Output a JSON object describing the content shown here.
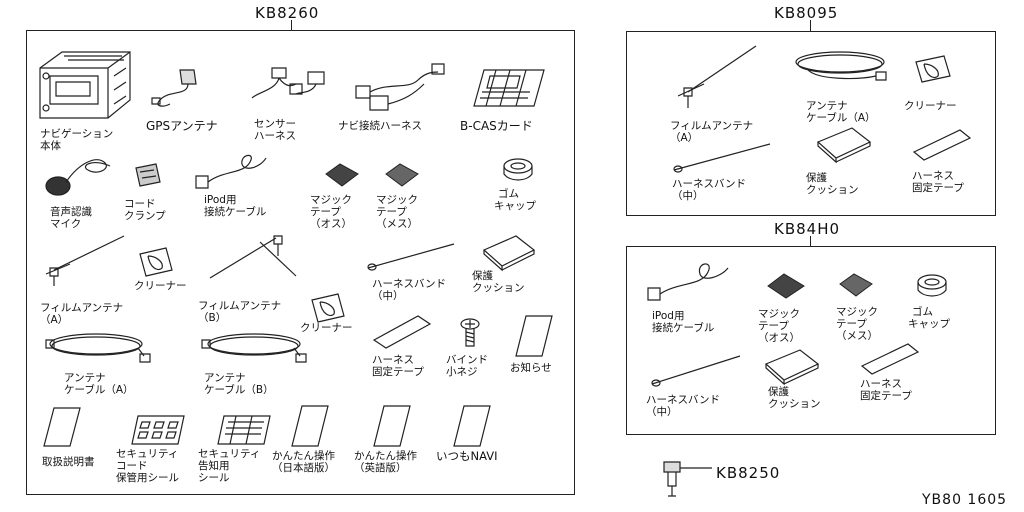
{
  "kits": {
    "main": {
      "code": "KB8260"
    },
    "film": {
      "code": "KB8095"
    },
    "ipod": {
      "code": "KB84H0"
    },
    "clip": {
      "code": "KB8250"
    }
  },
  "footer": {
    "ref": "YB80 1605"
  },
  "main_parts": [
    {
      "key": "navi",
      "lines": [
        "ナビゲーション",
        "本体"
      ]
    },
    {
      "key": "gps",
      "lines": [
        "GPSアンテナ"
      ]
    },
    {
      "key": "sensor",
      "lines": [
        "センサー",
        "ハーネス"
      ]
    },
    {
      "key": "navi_harness",
      "lines": [
        "ナビ接続ハーネス"
      ]
    },
    {
      "key": "bcas",
      "lines": [
        "B-CASカード"
      ]
    },
    {
      "key": "mic",
      "lines": [
        "音声認識",
        "マイク"
      ]
    },
    {
      "key": "cord_clamp",
      "lines": [
        "コード",
        "クランプ"
      ]
    },
    {
      "key": "ipod_cable",
      "lines": [
        "iPod用",
        "接続ケーブル"
      ]
    },
    {
      "key": "tape_male",
      "lines": [
        "マジック",
        "テープ",
        "（オス）"
      ]
    },
    {
      "key": "tape_female",
      "lines": [
        "マジック",
        "テープ",
        "（メス）"
      ]
    },
    {
      "key": "rubber_cap",
      "lines": [
        "ゴム",
        "キャップ"
      ]
    },
    {
      "key": "film_a",
      "lines": [
        "フィルムアンテナ",
        "（A）"
      ]
    },
    {
      "key": "cleaner_1",
      "lines": [
        "クリーナー"
      ]
    },
    {
      "key": "film_b",
      "lines": [
        "フィルムアンテナ",
        "（B）"
      ]
    },
    {
      "key": "harness_band",
      "lines": [
        "ハーネスバンド",
        "（中）"
      ]
    },
    {
      "key": "cushion",
      "lines": [
        "保護",
        "クッション"
      ]
    },
    {
      "key": "cleaner_2",
      "lines": [
        "クリーナー"
      ]
    },
    {
      "key": "cable_a",
      "lines": [
        "アンテナ",
        "ケーブル（A）"
      ]
    },
    {
      "key": "cable_b",
      "lines": [
        "アンテナ",
        "ケーブル（B）"
      ]
    },
    {
      "key": "fix_tape",
      "lines": [
        "ハーネス",
        "固定テープ"
      ]
    },
    {
      "key": "bind_screw",
      "lines": [
        "バインド",
        "小ネジ"
      ]
    },
    {
      "key": "notice",
      "lines": [
        "お知らせ"
      ]
    },
    {
      "key": "manual",
      "lines": [
        "取扱説明書"
      ]
    },
    {
      "key": "sec_seal",
      "lines": [
        "セキュリティ",
        "コード",
        "保管用シール"
      ]
    },
    {
      "key": "notice_seal",
      "lines": [
        "セキュリティ",
        "告知用",
        "シール"
      ]
    },
    {
      "key": "guide_jp",
      "lines": [
        "かんたん操作",
        "（日本語版）"
      ]
    },
    {
      "key": "guide_en",
      "lines": [
        "かんたん操作",
        "（英語版）"
      ]
    },
    {
      "key": "itsumo",
      "lines": [
        "いつもNAVI"
      ]
    }
  ],
  "film_parts": [
    {
      "key": "film_a",
      "lines": [
        "フィルムアンテナ",
        "（A）"
      ]
    },
    {
      "key": "cable_a",
      "lines": [
        "アンテナ",
        "ケーブル（A）"
      ]
    },
    {
      "key": "cleaner",
      "lines": [
        "クリーナー"
      ]
    },
    {
      "key": "harness_band",
      "lines": [
        "ハーネスバンド",
        "（中）"
      ]
    },
    {
      "key": "cushion",
      "lines": [
        "保護",
        "クッション"
      ]
    },
    {
      "key": "fix_tape",
      "lines": [
        "ハーネス",
        "固定テープ"
      ]
    }
  ],
  "ipod_parts": [
    {
      "key": "ipod_cable",
      "lines": [
        "iPod用",
        "接続ケーブル"
      ]
    },
    {
      "key": "tape_male",
      "lines": [
        "マジック",
        "テープ",
        "（オス）"
      ]
    },
    {
      "key": "tape_female",
      "lines": [
        "マジック",
        "テープ",
        "（メス）"
      ]
    },
    {
      "key": "rubber_cap",
      "lines": [
        "ゴム",
        "キャップ"
      ]
    },
    {
      "key": "harness_band",
      "lines": [
        "ハーネスバンド",
        "（中）"
      ]
    },
    {
      "key": "cushion",
      "lines": [
        "保護",
        "クッション"
      ]
    },
    {
      "key": "fix_tape",
      "lines": [
        "ハーネス",
        "固定テープ"
      ]
    }
  ]
}
